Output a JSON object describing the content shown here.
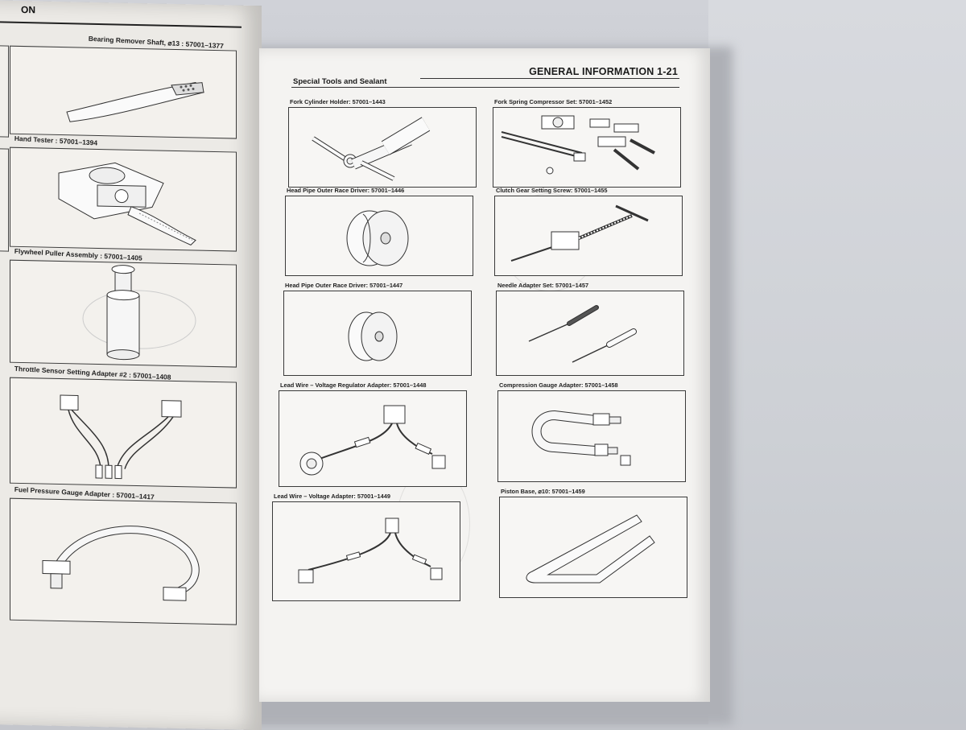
{
  "left_page": {
    "header": "ON",
    "tools": [
      {
        "label": "Bearing Remover Shaft, ⌀13 : 57001–1377"
      },
      {
        "label": "Hand Tester : 57001–1394"
      },
      {
        "label": "Flywheel Puller Assembly : 57001–1405"
      },
      {
        "label": "Throttle Sensor Setting Adapter #2 : 57001–1408"
      },
      {
        "label": "Fuel Pressure Gauge Adapter : 57001–1417"
      }
    ]
  },
  "right_page": {
    "title": "GENERAL INFORMATION 1-21",
    "section": "Special Tools and Sealant",
    "tools": [
      {
        "label": "Fork Cylinder Holder: 57001–1443",
        "icon": "fork-cylinder-holder-icon"
      },
      {
        "label": "Fork Spring Compressor Set: 57001–1452",
        "icon": "fork-spring-compressor-icon"
      },
      {
        "label": "Head Pipe Outer Race Driver: 57001–1446",
        "icon": "race-driver-icon"
      },
      {
        "label": "Clutch Gear Setting Screw: 57001–1455",
        "icon": "setting-screw-icon"
      },
      {
        "label": "Head Pipe Outer Race Driver: 57001–1447",
        "icon": "race-driver-icon"
      },
      {
        "label": "Needle Adapter Set: 57001–1457",
        "icon": "needle-adapter-icon"
      },
      {
        "label": "Lead Wire – Voltage Regulator Adapter: 57001–1448",
        "icon": "lead-wire-icon"
      },
      {
        "label": "Compression Gauge Adapter: 57001–1458",
        "icon": "compression-gauge-adapter-icon"
      },
      {
        "label": "Lead Wire – Voltage Adapter: 57001–1449",
        "icon": "lead-wire-icon"
      },
      {
        "label": "Piston Base, ⌀10: 57001–1459",
        "icon": "piston-base-icon"
      }
    ]
  }
}
